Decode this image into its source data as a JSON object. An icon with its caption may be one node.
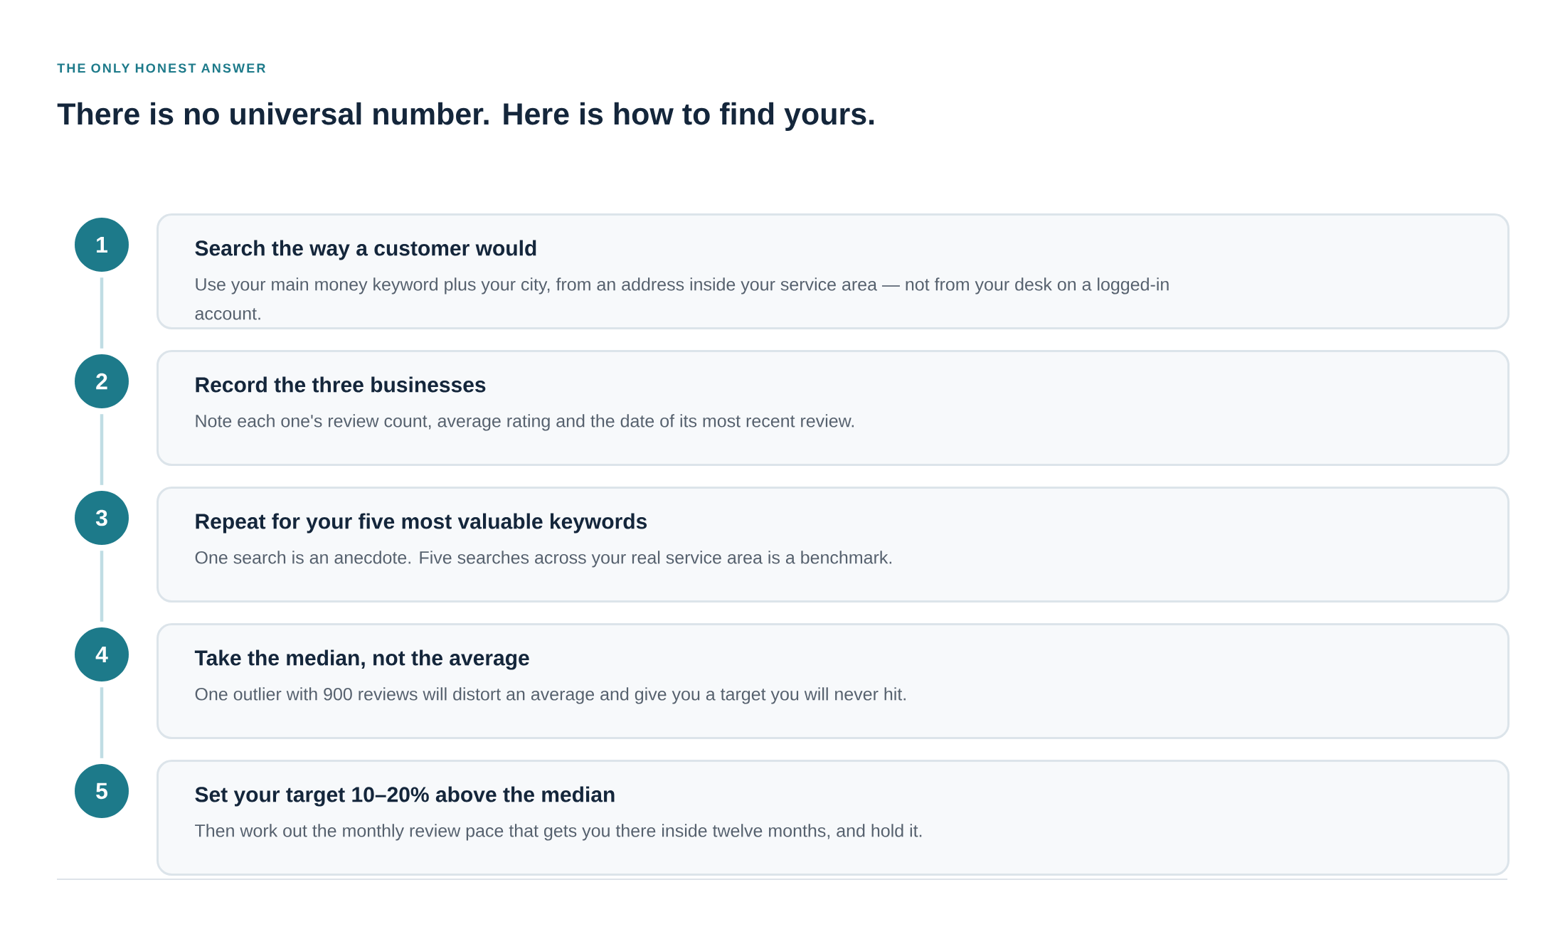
{
  "diagram": {
    "title": "There is no universal number. Here is how to find yours.",
    "nodes": [
      {
        "text": [
          "1"
        ]
      },
      {
        "text": [
          "Search the way a customer would",
          "Use your main money keyword plus your city, from an address inside your service area — not from your desk on a logged-in account."
        ]
      },
      {
        "text": [
          "2"
        ]
      },
      {
        "text": [
          "Record the three businesses",
          "Note each one's review count, average rating and the date of its most recent review."
        ]
      },
      {
        "text": [
          "3"
        ]
      },
      {
        "text": [
          "Repeat for your five most valuable keywords",
          "One search is an anecdote. Five searches across your real service area is a benchmark."
        ]
      },
      {
        "text": [
          "4"
        ]
      },
      {
        "text": [
          "Take the median, not the average",
          "One outlier with 900 reviews will distort an average and give you a target you will never hit."
        ]
      },
      {
        "text": [
          "5"
        ]
      },
      {
        "text": [
          "Set your target 10–20% above the median",
          "Then work out the monthly review pace that gets you there inside twelve months, and hold it."
        ]
      }
    ],
    "edges": [
      {
        "from": 0,
        "to": 2,
        "arrow": "none"
      },
      {
        "from": 2,
        "to": 4,
        "arrow": "none"
      },
      {
        "from": 4,
        "to": 6,
        "arrow": "none"
      },
      {
        "from": 6,
        "to": 8,
        "arrow": "none"
      }
    ],
    "labels": [
      "THE ONLY HONEST ANSWER"
    ]
  }
}
